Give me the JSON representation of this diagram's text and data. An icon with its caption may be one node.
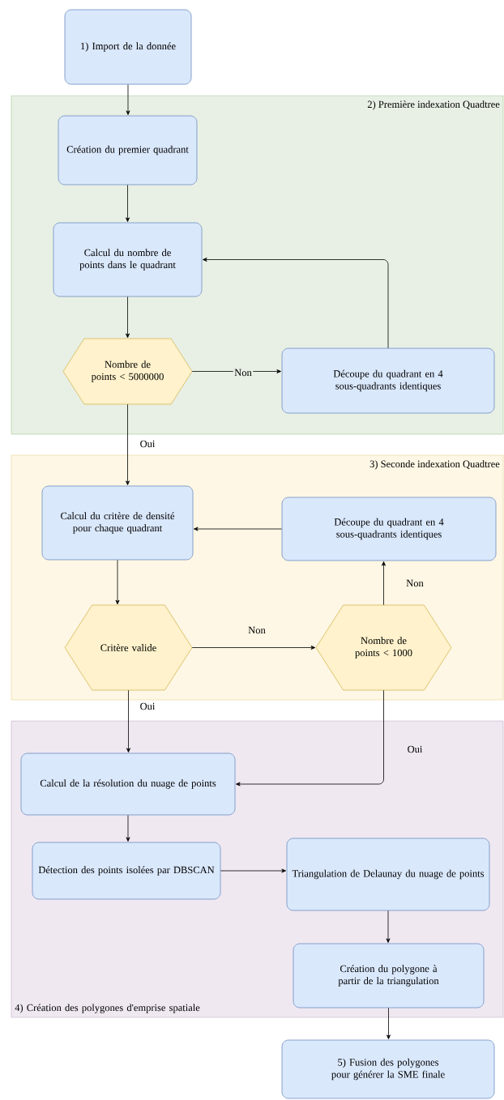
{
  "diagram": {
    "nodes": [
      {
        "text": [
          "1) Import de la donnée"
        ]
      },
      {
        "text": [
          "2) Première indexation Quadtree"
        ]
      },
      {
        "text": [
          "Création du premier quadrant"
        ],
        "in": 1
      },
      {
        "text": [
          "Calcul du nombre de points dans le quadrant"
        ],
        "in": 1
      },
      {
        "text": [
          "Nombre de points < 5000000"
        ],
        "in": 1
      },
      {
        "text": [
          "Découpe du quadrant en 4 sous-quadrants identiques"
        ],
        "in": 1
      },
      {
        "text": [
          "3) Seconde indexation Quadtree"
        ]
      },
      {
        "text": [
          "Calcul du critère de densité pour chaque quadrant"
        ],
        "in": 6
      },
      {
        "text": [
          "Découpe du quadrant en 4 sous-quadrants identiques"
        ],
        "in": 6
      },
      {
        "text": [
          "Critère valide"
        ],
        "in": 6
      },
      {
        "text": [
          "Nombre de points < 1000"
        ],
        "in": 6
      },
      {
        "text": [
          "4) Création des polygones d'emprise spatiale"
        ]
      },
      {
        "text": [
          "Calcul de la résolution du nuage de points"
        ],
        "in": 11
      },
      {
        "text": [
          "Détection des points isolées par DBSCAN"
        ],
        "in": 11
      },
      {
        "text": [
          "Triangulation de Delaunay du nuage de points"
        ],
        "in": 11
      },
      {
        "text": [
          "Création du polygone à partir de la triangulation"
        ],
        "in": 11
      },
      {
        "text": [
          "5) Fusion des polygones pour générer la SME finale"
        ]
      }
    ],
    "edges": [
      {
        "from": 0,
        "to": 2,
        "arrow": "to"
      },
      {
        "from": 2,
        "to": 3,
        "arrow": "to"
      },
      {
        "from": 3,
        "to": 4,
        "arrow": "to"
      },
      {
        "from": 4,
        "to": 5,
        "arrow": "to",
        "label": "Non"
      },
      {
        "from": 5,
        "to": 3,
        "arrow": "to"
      },
      {
        "from": 4,
        "to": 7,
        "arrow": "to",
        "label": "Oui"
      },
      {
        "from": 7,
        "to": 9,
        "arrow": "to"
      },
      {
        "from": 9,
        "to": 10,
        "arrow": "to",
        "label": "Non"
      },
      {
        "from": 10,
        "to": 8,
        "arrow": "to",
        "label": "Non"
      },
      {
        "from": 8,
        "to": 7,
        "arrow": "to"
      },
      {
        "from": 9,
        "to": 12,
        "arrow": "to",
        "label": "Oui"
      },
      {
        "from": 10,
        "to": 12,
        "arrow": "to",
        "label": "Oui"
      },
      {
        "from": 12,
        "to": 13,
        "arrow": "to"
      },
      {
        "from": 13,
        "to": 14,
        "arrow": "to"
      },
      {
        "from": 14,
        "to": 15,
        "arrow": "to"
      },
      {
        "from": 15,
        "to": 16,
        "arrow": "to"
      }
    ]
  }
}
